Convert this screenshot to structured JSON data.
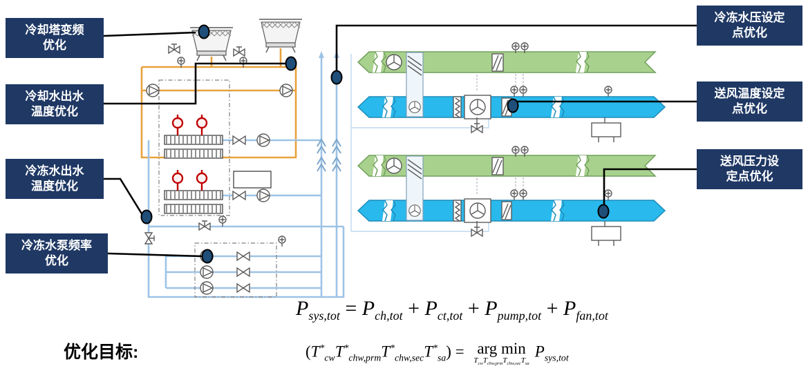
{
  "callouts": [
    {
      "name": "cooling-tower-vfd",
      "line1": "冷却塔变频",
      "line2": "优化"
    },
    {
      "name": "cooling-water-outlet-temp",
      "line1": "冷却水出水",
      "line2": "温度优化"
    },
    {
      "name": "chilled-water-outlet-temp",
      "line1": "冷冻水出水",
      "line2": "温度优化"
    },
    {
      "name": "chw-pump-frequency",
      "line1": "冷冻水泵频率",
      "line2": "优化"
    },
    {
      "name": "chw-pressure-setpoint",
      "line1": "冷冻水压设定",
      "line2": "点优化"
    },
    {
      "name": "supply-air-temp-setpoint",
      "line1": "送风温度设定",
      "line2": "点优化"
    },
    {
      "name": "supply-air-pressure-setpoint",
      "line1": "送风压力设",
      "line2": "定点优化"
    }
  ],
  "objective": {
    "heading": "优化目标:",
    "eq1": [
      {
        "v": "P",
        "sub": "sys,tot"
      },
      {
        "op": " = "
      },
      {
        "v": "P",
        "sub": "ch,tot"
      },
      {
        "op": " + "
      },
      {
        "v": "P",
        "sub": "ct,tot"
      },
      {
        "op": " + "
      },
      {
        "v": "P",
        "sub": "pump,tot"
      },
      {
        "op": " + "
      },
      {
        "v": "P",
        "sub": "fan,tot"
      }
    ],
    "eq2": [
      {
        "op": "("
      },
      {
        "v": "T",
        "sup": "*",
        "sub": "cw"
      },
      {
        "v": "T",
        "sup": "*",
        "sub": "chw,prm"
      },
      {
        "v": "T",
        "sup": "*",
        "sub": "chw,sec"
      },
      {
        "v": "T",
        "sup": "*",
        "sub": "sa"
      },
      {
        "op": ") = "
      },
      {
        "argmin": "arg min",
        "under": [
          {
            "v": "T",
            "sub": "cw"
          },
          {
            "v": "T",
            "sub": "chw,prm"
          },
          {
            "v": "T",
            "sub": "chw,sec"
          },
          {
            "v": "T",
            "sub": "sa"
          }
        ]
      },
      {
        "v": "P",
        "sub": "sys,tot"
      }
    ]
  },
  "diagram": {
    "icons": [
      "cooling-tower-icon",
      "pump-icon",
      "check-valve-icon",
      "valve-icon",
      "sensor-icon",
      "fan-icon",
      "damper-icon",
      "filter-icon",
      "duct-break-icon",
      "vav-box",
      "chiller-unit",
      "buffer-tank",
      "return-air-duct",
      "supply-air-duct",
      "optimization-point-marker"
    ]
  },
  "colors": {
    "callout_bg": "#1F3864",
    "callout_text": "#FFFFFF",
    "marker_fill": "#1F4E79",
    "condenser_loop": "#E8A13C",
    "chilled_loop": "#9DC3E6",
    "return_duct": "#A9D18E",
    "supply_duct": "#29B9EC",
    "chiller_red": "#C00000",
    "connector": "#000000"
  }
}
